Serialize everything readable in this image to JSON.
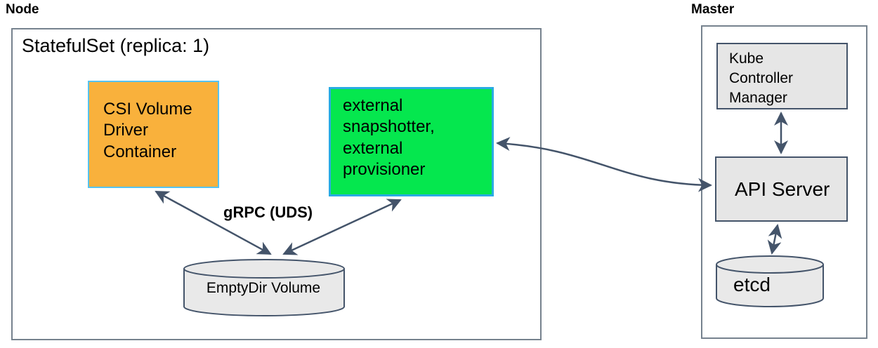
{
  "node": {
    "label": "Node",
    "statefulset_title": "StatefulSet (replica: 1)",
    "csi_driver_box": "CSI Volume\nDriver\nContainer",
    "external_box": "external\nsnapshotter,\nexternal\nprovisioner",
    "grpc_label": "gRPC (UDS)",
    "emptydir_label": "EmptyDir Volume"
  },
  "master": {
    "label": "Master",
    "kube_controller_manager": "Kube\nController\nManager",
    "api_server": "API Server",
    "etcd": "etcd"
  },
  "colors": {
    "csi_box_fill": "#F9B13C",
    "csi_box_border": "#56C3F0",
    "external_box_fill": "#05E74E",
    "external_box_border": "#29ABE2",
    "gray_box_fill": "#E6E6E6",
    "cylinder_fill": "#E9E9E9",
    "line_color": "#44546A",
    "container_border": "#76828e"
  }
}
